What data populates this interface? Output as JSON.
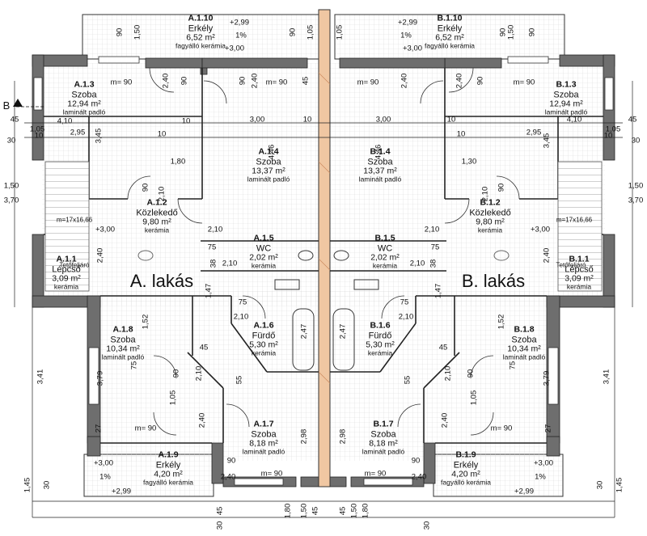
{
  "units": {
    "A": {
      "label": "A. lakás",
      "rooms": [
        {
          "code": "A.1.10",
          "name": "Erkély",
          "area": "6,52",
          "floor": "fagyálló kerámia"
        },
        {
          "code": "A.1.3",
          "name": "Szoba",
          "area": "12,94",
          "floor": "laminált padló"
        },
        {
          "code": "A.1.4",
          "name": "Szoba",
          "area": "13,37",
          "floor": "laminált padló"
        },
        {
          "code": "A.1.2",
          "name": "Közlekedő",
          "area": "9,80",
          "floor": "kerámia"
        },
        {
          "code": "A.1.1",
          "name": "Lépcső",
          "area": "3,09",
          "floor": "kerámia"
        },
        {
          "code": "A.1.5",
          "name": "WC",
          "area": "2,02",
          "floor": "kerámia"
        },
        {
          "code": "A.1.6",
          "name": "Fürdő",
          "area": "5,30",
          "floor": "kerámia"
        },
        {
          "code": "A.1.8",
          "name": "Szoba",
          "area": "10,34",
          "floor": "laminált padló"
        },
        {
          "code": "A.1.7",
          "name": "Szoba",
          "area": "8,18",
          "floor": "laminált padló"
        },
        {
          "code": "A.1.9",
          "name": "Erkély",
          "area": "4,20",
          "floor": "fagyálló kerámia"
        }
      ]
    },
    "B": {
      "label": "B. lakás",
      "rooms": [
        {
          "code": "B.1.10",
          "name": "Erkély",
          "area": "6,52",
          "floor": "fagyálló kerámia"
        },
        {
          "code": "B.1.3",
          "name": "Szoba",
          "area": "12,94",
          "floor": "laminált padló"
        },
        {
          "code": "B.1.4",
          "name": "Szoba",
          "area": "13,37",
          "floor": "laminált padló"
        },
        {
          "code": "B.1.2",
          "name": "Közlekedő",
          "area": "9,80",
          "floor": "kerámia"
        },
        {
          "code": "B.1.1",
          "name": "Lépcső",
          "area": "3,09",
          "floor": "kerámia"
        },
        {
          "code": "B.1.5",
          "name": "WC",
          "area": "2,02",
          "floor": "kerámia"
        },
        {
          "code": "B.1.6",
          "name": "Fürdő",
          "area": "5,30",
          "floor": "kerámia"
        },
        {
          "code": "B.1.8",
          "name": "Szoba",
          "area": "10,34",
          "floor": "laminált padló"
        },
        {
          "code": "B.1.7",
          "name": "Szoba",
          "area": "8,18",
          "floor": "laminált padló"
        },
        {
          "code": "B.1.9",
          "name": "Erkély",
          "area": "4,20",
          "floor": "fagyálló kerámia"
        }
      ]
    }
  },
  "area_unit": "m²",
  "section_marker": "B",
  "misc_labels": {
    "tetofeljaro_a": "Tetőfeljáró",
    "tetofeljaro_b": "Tetőfeljáró",
    "stair_a": "m=17x16,66",
    "stair_b": "m=17x16,66"
  },
  "elevations": [
    "+2,99",
    "+3,00",
    "1%",
    "+2,99",
    "+3,00",
    "1%",
    "+3,00",
    "+3,00",
    "+2,99",
    "+3,00",
    "1%",
    "+2,99",
    "+3,00",
    "1%"
  ],
  "dimensions": [
    "90",
    "1,50",
    "90",
    "1,05",
    "1,05",
    "90",
    "1,50",
    "90",
    "2,40",
    "90",
    "2,40",
    "90",
    "45",
    "m= 90",
    "m= 90",
    "m= 90",
    "m= 90",
    "2,40",
    "90",
    "2,40",
    "45",
    "1,05",
    "4,10",
    "10",
    "3,00",
    "10",
    "3,00",
    "10",
    "4,10",
    "1,05",
    "45",
    "30",
    "10",
    "2,95",
    "10",
    "10",
    "2,95",
    "10",
    "30",
    "3,45",
    "4,46",
    "4,46",
    "3,45",
    "1,80",
    "1,30",
    "1,50",
    "1,50",
    "3,70",
    "3,70",
    "90",
    "2,10",
    "90",
    "2,10",
    "2,10",
    "2,10",
    "75",
    "75",
    "2,10",
    "2,10",
    "38",
    "38",
    "2,40",
    "2,40",
    "1,47",
    "1,47",
    "75",
    "75",
    "2,10",
    "2,10",
    "2,47",
    "2,47",
    "1,52",
    "1,52",
    "75",
    "75",
    "3,79",
    "3,79",
    "3,41",
    "3,41",
    "45",
    "45",
    "90",
    "90",
    "2,10",
    "2,10",
    "55",
    "55",
    "1,05",
    "1,05",
    "27",
    "m= 90",
    "2,40",
    "2,40",
    "m= 90",
    "27",
    "2,98",
    "2,98",
    "90",
    "90",
    "m= 90",
    "m= 90",
    "2,40",
    "2,40",
    "1,45",
    "30",
    "30",
    "1,45",
    "45",
    "1,80",
    "1,50",
    "45",
    "1,80",
    "1,50",
    "45",
    "30",
    "30"
  ]
}
